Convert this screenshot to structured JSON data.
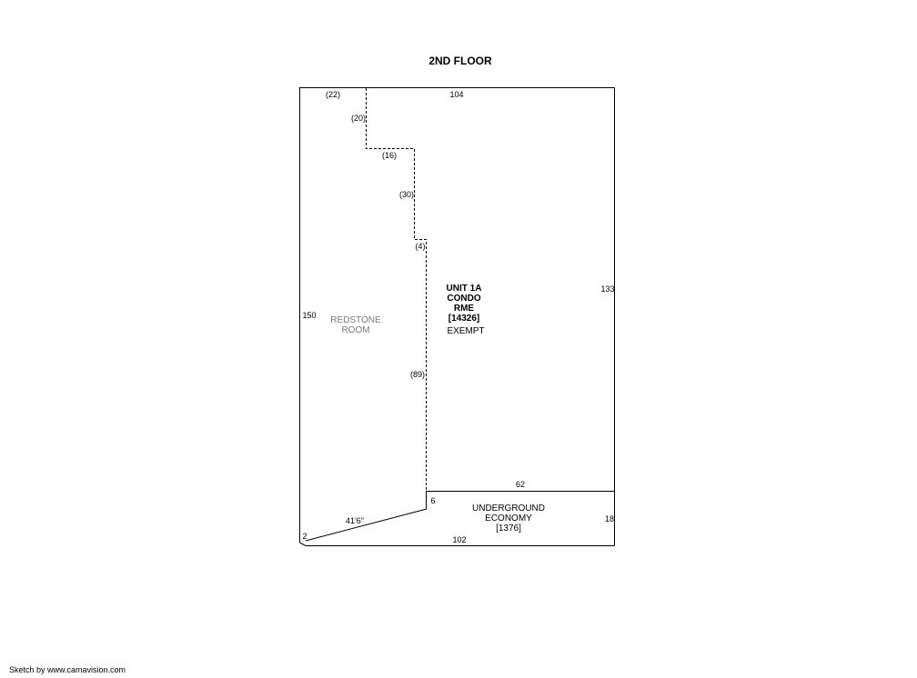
{
  "title": "2ND FLOOR",
  "footer": "Sketch by www.camavision.com",
  "dimensions": {
    "top_left": "(22)",
    "step_1": "(20)",
    "step_2": "(16)",
    "step_3": "(30)",
    "step_4": "(4)",
    "step_5": "(89)",
    "top": "104",
    "right": "133",
    "left": "150",
    "mid_horizontal": "62",
    "small_vertical": "6",
    "right_bottom": "18",
    "bottom": "102",
    "angled": "41'6\"",
    "corner": "2"
  },
  "areas": {
    "unit": {
      "lines": [
        "UNIT 1A",
        "CONDO",
        "RME",
        "[14326]"
      ],
      "status": "EXEMPT"
    },
    "redstone": {
      "lines": [
        "REDSTONE",
        "ROOM"
      ]
    },
    "underground": {
      "lines": [
        "UNDERGROUND",
        "ECONOMY",
        "[1376]"
      ]
    }
  }
}
